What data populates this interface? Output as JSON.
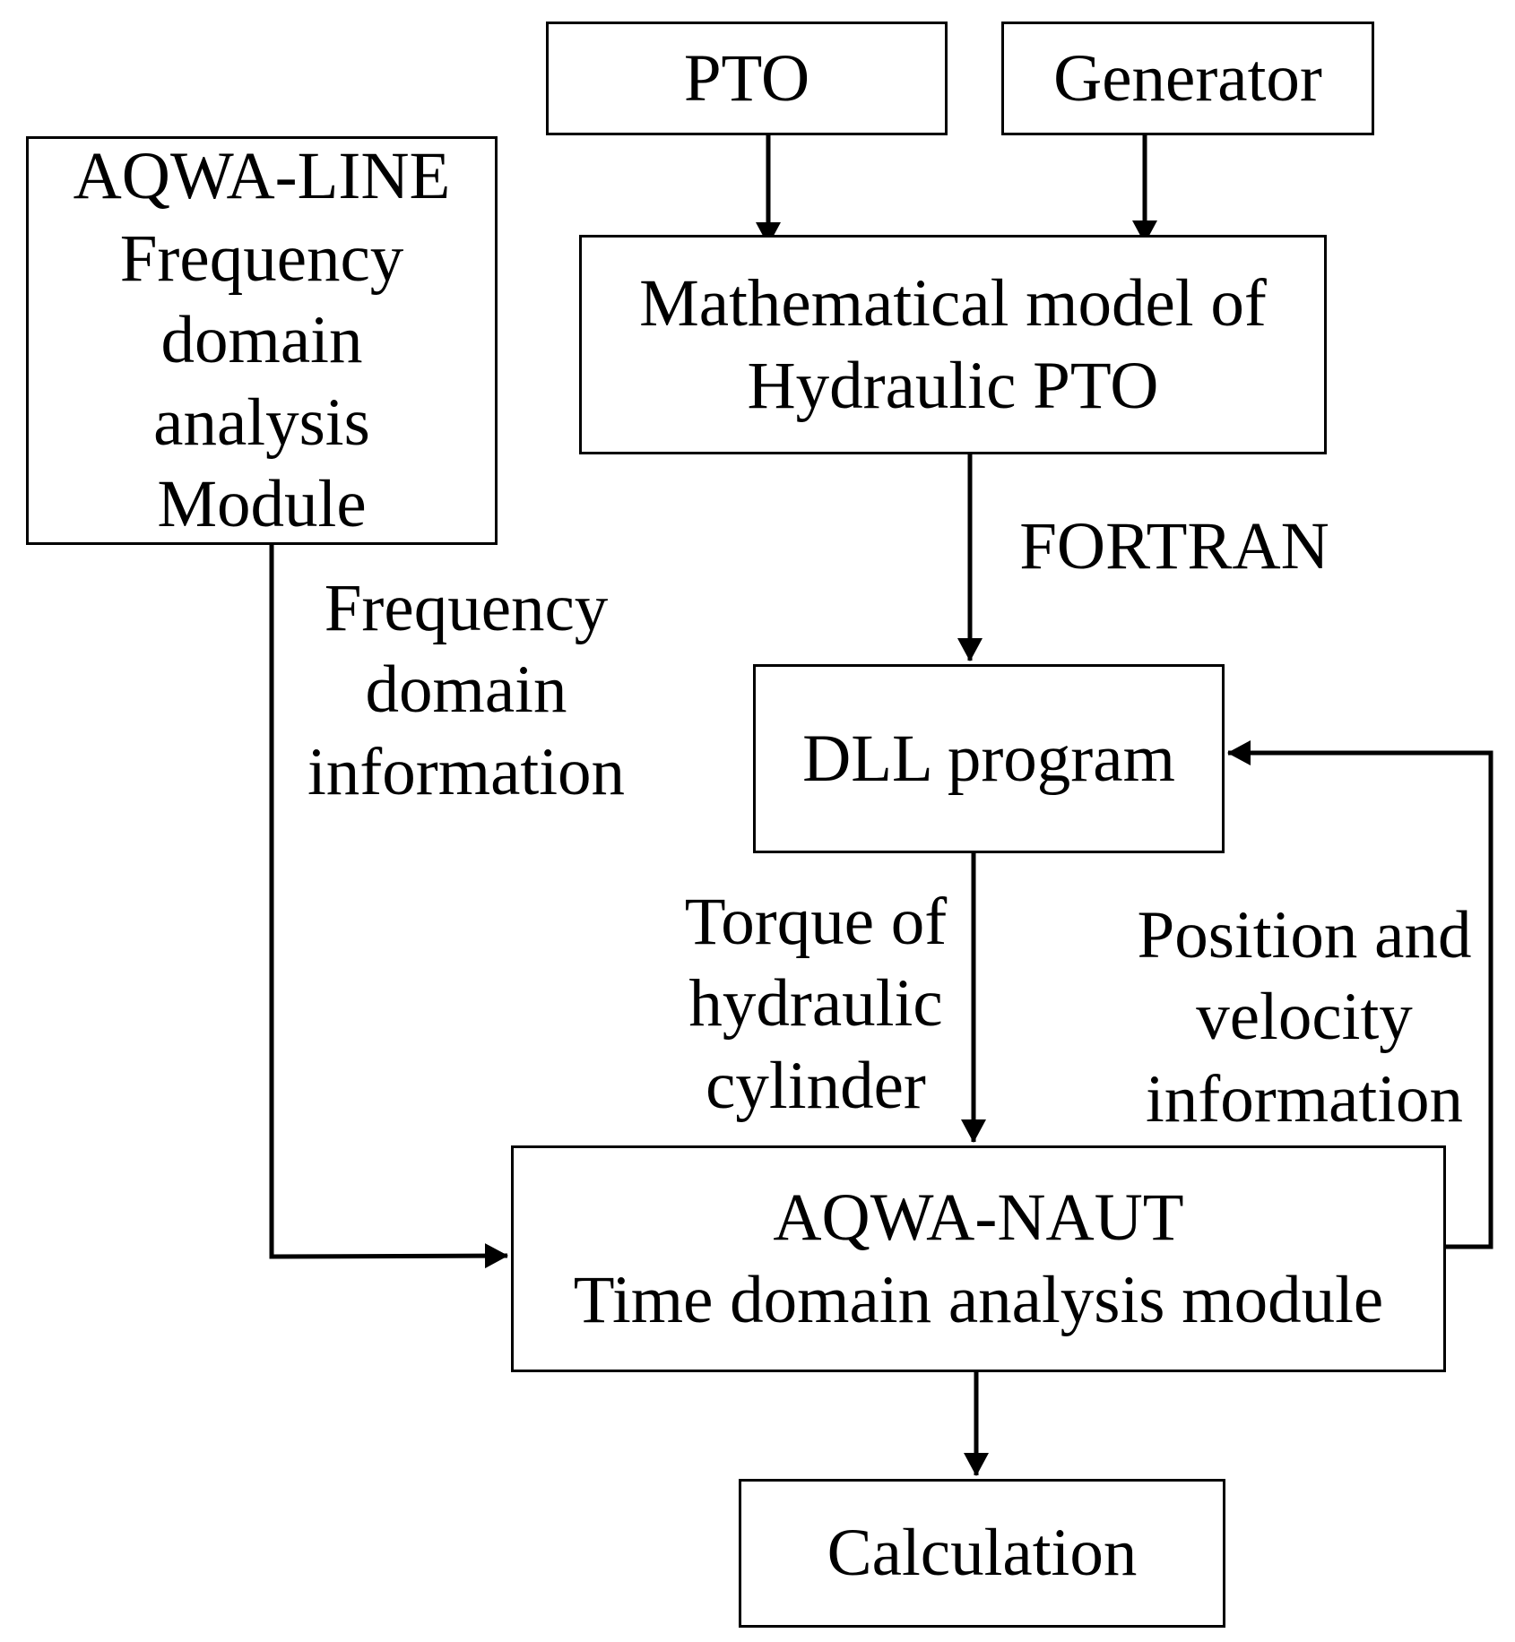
{
  "diagram": {
    "colors": {
      "stroke": "#000000",
      "background": "#ffffff"
    },
    "boxes": {
      "pto": {
        "lines": [
          "PTO"
        ]
      },
      "generator": {
        "lines": [
          "Generator"
        ]
      },
      "aqwa_line": {
        "lines": [
          "AQWA-LINE",
          "Frequency",
          "domain",
          "analysis",
          "Module"
        ]
      },
      "math_model": {
        "lines": [
          "Mathematical model of",
          "Hydraulic PTO"
        ]
      },
      "dll": {
        "lines": [
          "DLL program"
        ]
      },
      "aqwa_naut": {
        "lines": [
          "AQWA-NAUT",
          "Time domain analysis module"
        ]
      },
      "calculation": {
        "lines": [
          "Calculation"
        ]
      }
    },
    "labels": {
      "fortran": {
        "lines": [
          "FORTRAN"
        ]
      },
      "frequency_info": {
        "lines": [
          "Frequency",
          "domain",
          "information"
        ]
      },
      "torque": {
        "lines": [
          "Torque of",
          "hydraulic",
          "cylinder"
        ]
      },
      "position_velocity": {
        "lines": [
          "Position and",
          "velocity",
          "information"
        ]
      }
    }
  }
}
